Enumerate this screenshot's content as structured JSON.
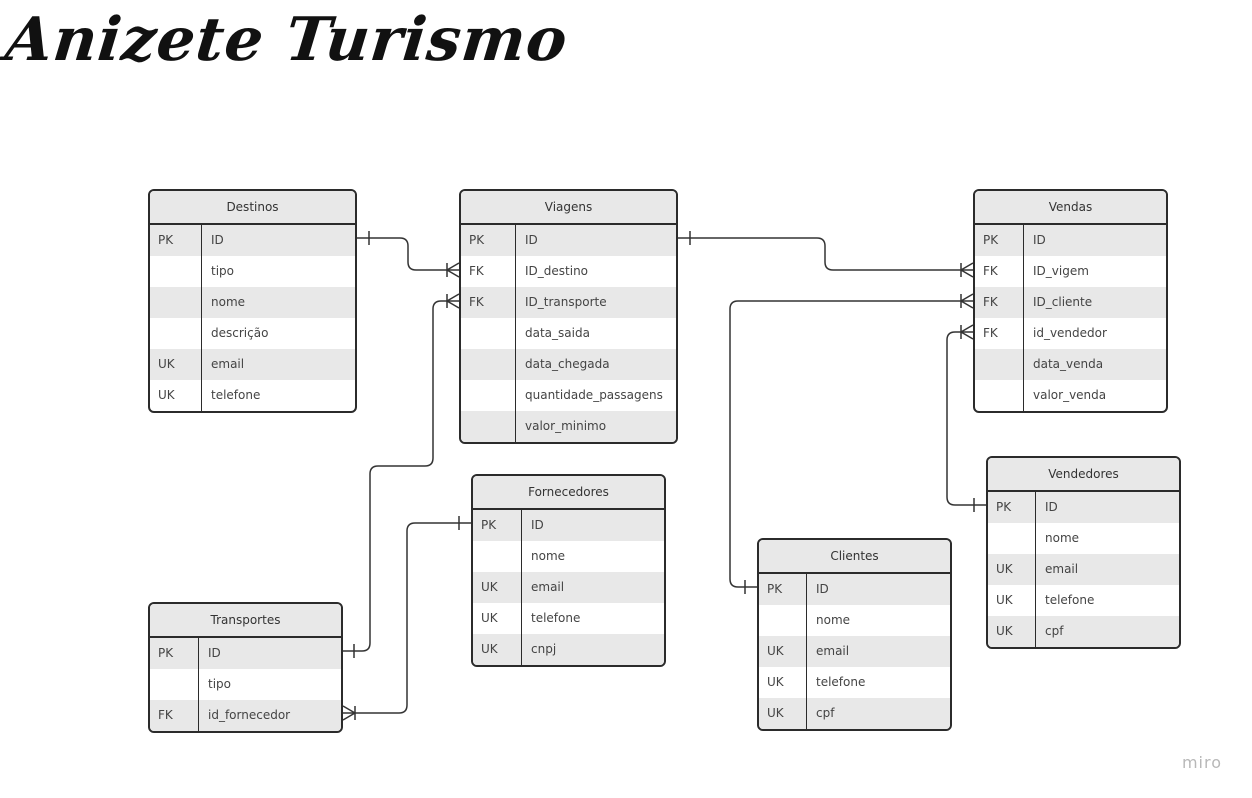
{
  "board_title": "Anizete Turismo",
  "watermark": "miro",
  "tables": {
    "destinos": {
      "title": "Destinos",
      "rows": [
        {
          "key": "PK",
          "field": "ID"
        },
        {
          "key": "",
          "field": "tipo"
        },
        {
          "key": "",
          "field": "nome"
        },
        {
          "key": "",
          "field": "descrição"
        },
        {
          "key": "UK",
          "field": "email"
        },
        {
          "key": "UK",
          "field": "telefone"
        }
      ]
    },
    "viagens": {
      "title": "Viagens",
      "rows": [
        {
          "key": "PK",
          "field": "ID"
        },
        {
          "key": "FK",
          "field": "ID_destino"
        },
        {
          "key": "FK",
          "field": "ID_transporte"
        },
        {
          "key": "",
          "field": "data_saida"
        },
        {
          "key": "",
          "field": "data_chegada"
        },
        {
          "key": "",
          "field": "quantidade_passagens"
        },
        {
          "key": "",
          "field": "valor_minimo"
        }
      ]
    },
    "vendas": {
      "title": "Vendas",
      "rows": [
        {
          "key": "PK",
          "field": "ID"
        },
        {
          "key": "FK",
          "field": "ID_vigem"
        },
        {
          "key": "FK",
          "field": "ID_cliente"
        },
        {
          "key": "FK",
          "field": "id_vendedor"
        },
        {
          "key": "",
          "field": "data_venda"
        },
        {
          "key": "",
          "field": "valor_venda"
        }
      ]
    },
    "vendedores": {
      "title": "Vendedores",
      "rows": [
        {
          "key": "PK",
          "field": "ID"
        },
        {
          "key": "",
          "field": "nome"
        },
        {
          "key": "UK",
          "field": "email"
        },
        {
          "key": "UK",
          "field": "telefone"
        },
        {
          "key": "UK",
          "field": "cpf"
        }
      ]
    },
    "fornecedores": {
      "title": "Fornecedores",
      "rows": [
        {
          "key": "PK",
          "field": "ID"
        },
        {
          "key": "",
          "field": "nome"
        },
        {
          "key": "UK",
          "field": "email"
        },
        {
          "key": "UK",
          "field": "telefone"
        },
        {
          "key": "UK",
          "field": "cnpj"
        }
      ]
    },
    "clientes": {
      "title": "Clientes",
      "rows": [
        {
          "key": "PK",
          "field": "ID"
        },
        {
          "key": "",
          "field": "nome"
        },
        {
          "key": "UK",
          "field": "email"
        },
        {
          "key": "UK",
          "field": "telefone"
        },
        {
          "key": "UK",
          "field": "cpf"
        }
      ]
    },
    "transportes": {
      "title": "Transportes",
      "rows": [
        {
          "key": "PK",
          "field": "ID"
        },
        {
          "key": "",
          "field": "tipo"
        },
        {
          "key": "FK",
          "field": "id_fornecedor"
        }
      ]
    }
  },
  "relationships": [
    {
      "from": "destinos.ID",
      "to": "viagens.ID_destino",
      "from_end": "one",
      "to_end": "many"
    },
    {
      "from": "transportes.ID",
      "to": "viagens.ID_transporte",
      "from_end": "one",
      "to_end": "many"
    },
    {
      "from": "viagens.ID",
      "to": "vendas.ID_vigem",
      "from_end": "one",
      "to_end": "many"
    },
    {
      "from": "clientes.ID",
      "to": "vendas.ID_cliente",
      "from_end": "one",
      "to_end": "many"
    },
    {
      "from": "vendedores.ID",
      "to": "vendas.id_vendedor",
      "from_end": "one",
      "to_end": "many"
    },
    {
      "from": "fornecedores.ID",
      "to": "transportes.id_fornecedor",
      "from_end": "one",
      "to_end": "many"
    }
  ]
}
